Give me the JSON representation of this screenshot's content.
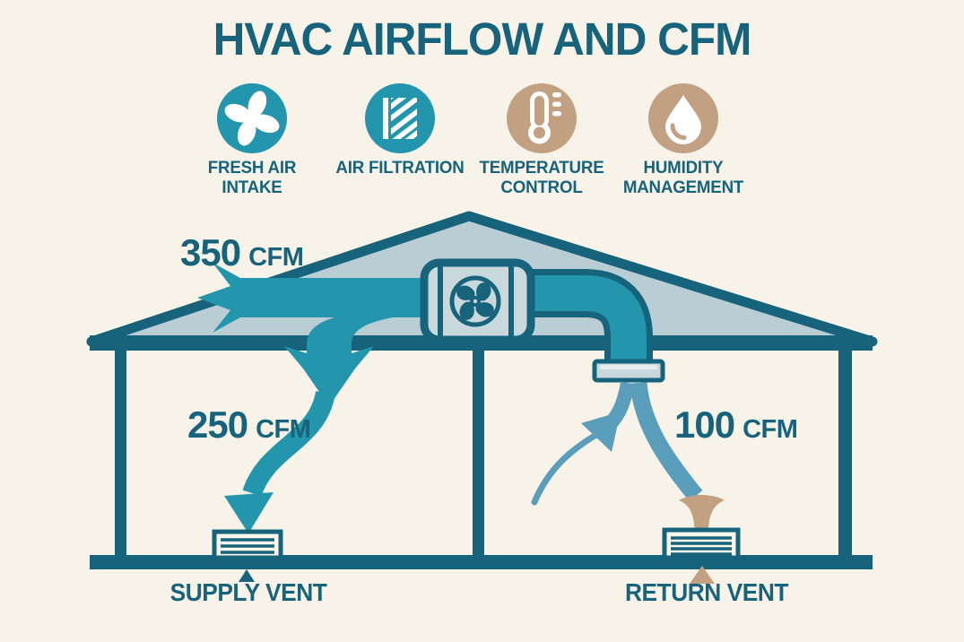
{
  "title": "HVAC AIRFLOW AND CFM",
  "features": [
    {
      "label": "FRESH AIR\nINTAKE",
      "icon": "fan-icon",
      "circle_color": "#2396ad"
    },
    {
      "label": "AIR FILTRATION",
      "icon": "filter-icon",
      "circle_color": "#2396ad"
    },
    {
      "label": "TEMPERATURE\nCONTROL",
      "icon": "thermometer-icon",
      "circle_color": "#c2a183"
    },
    {
      "label": "HUMIDITY\nMANAGEMENT",
      "icon": "droplet-icon",
      "circle_color": "#c2a183"
    }
  ],
  "diagram": {
    "intake_flow": {
      "value": "350",
      "unit": "CFM"
    },
    "supply_flow": {
      "value": "250",
      "unit": "CFM"
    },
    "return_flow": {
      "value": "100",
      "unit": "CFM"
    },
    "supply_vent_label": "SUPPLY VENT",
    "return_vent_label": "RETURN VENT"
  },
  "colors": {
    "background": "#f8f3e8",
    "dark_teal": "#16637b",
    "teal": "#2396ad",
    "roof_fill": "#b9cdd4",
    "unit_fill": "#c9d8dc",
    "stream_blue": "#5b9ebc",
    "tan": "#c2a183",
    "vent_fill": "#faf6ec"
  }
}
